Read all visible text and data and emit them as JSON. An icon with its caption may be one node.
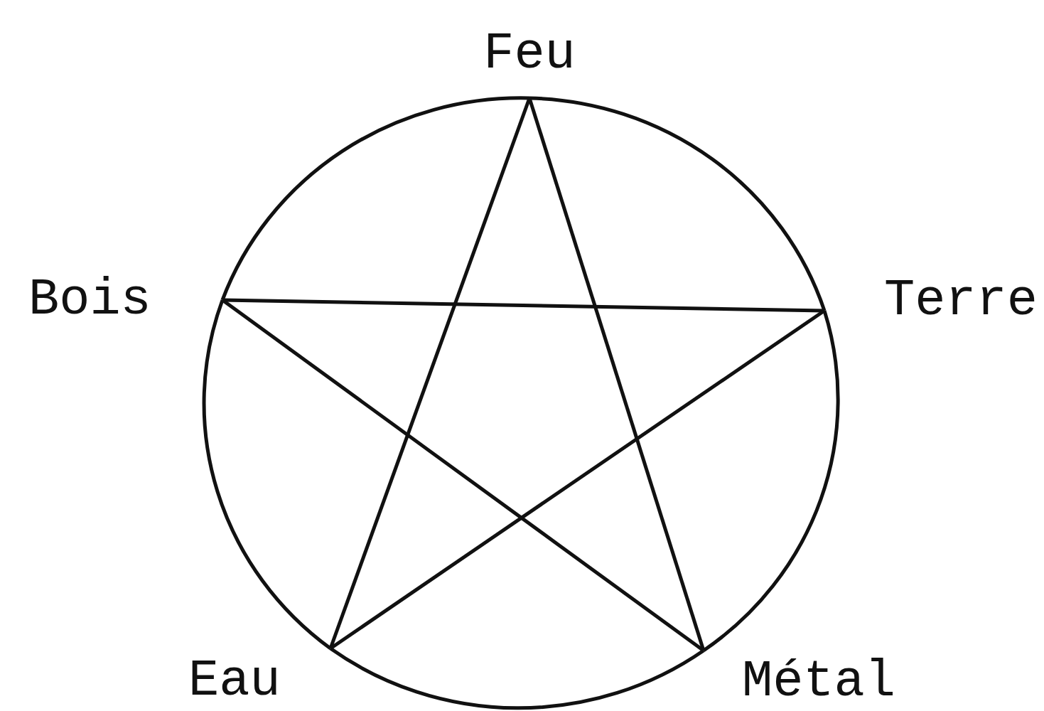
{
  "diagram": {
    "nodes": [
      {
        "text": [
          "Feu"
        ]
      },
      {
        "text": [
          "Terre"
        ]
      },
      {
        "text": [
          "Métal"
        ]
      },
      {
        "text": [
          "Eau"
        ]
      },
      {
        "text": [
          "Bois"
        ]
      }
    ],
    "edges": [
      {
        "from": 0,
        "to": 1,
        "arrow": "none"
      },
      {
        "from": 1,
        "to": 2,
        "arrow": "none"
      },
      {
        "from": 2,
        "to": 3,
        "arrow": "none"
      },
      {
        "from": 3,
        "to": 4,
        "arrow": "none"
      },
      {
        "from": 4,
        "to": 0,
        "arrow": "none"
      },
      {
        "from": 0,
        "to": 3,
        "arrow": "none"
      },
      {
        "from": 0,
        "to": 2,
        "arrow": "none"
      },
      {
        "from": 4,
        "to": 1,
        "arrow": "none"
      },
      {
        "from": 4,
        "to": 2,
        "arrow": "none"
      },
      {
        "from": 1,
        "to": 3,
        "arrow": "none"
      }
    ]
  }
}
